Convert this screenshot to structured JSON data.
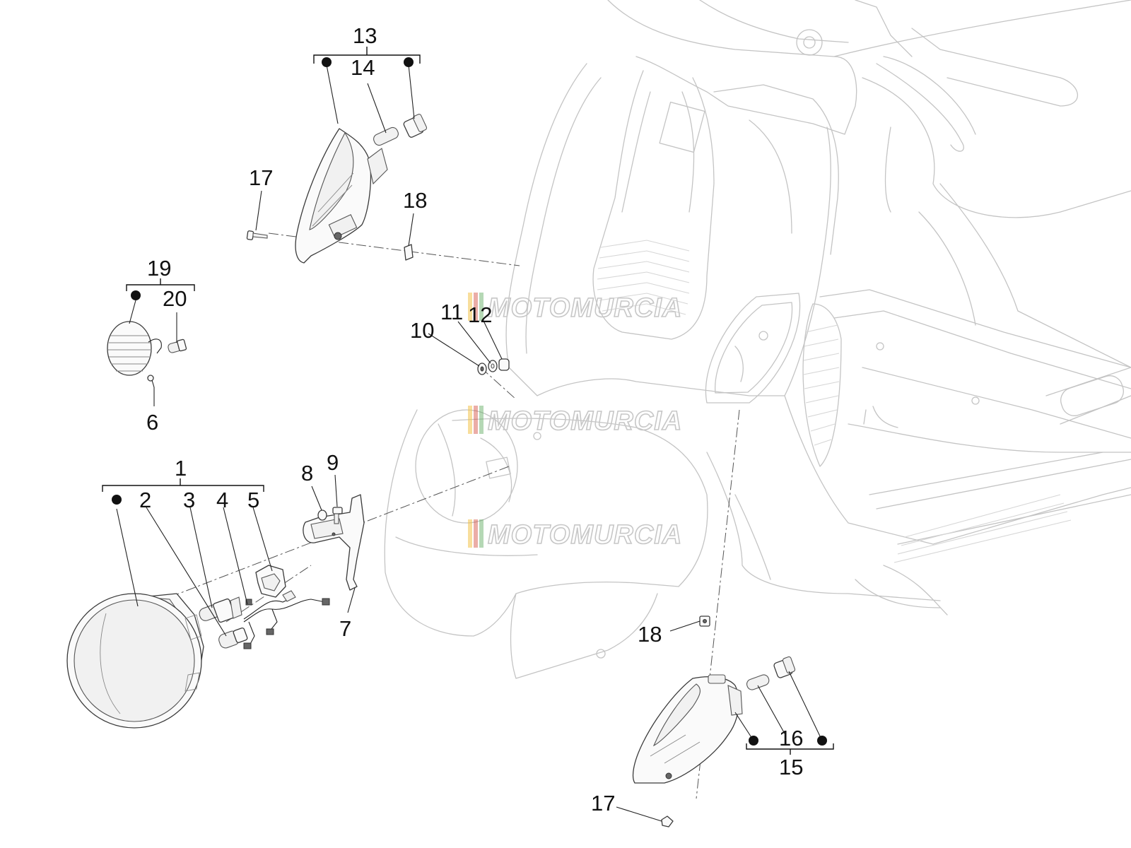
{
  "callouts": {
    "c1": "1",
    "c2": "2",
    "c3": "3",
    "c4": "4",
    "c5": "5",
    "c6": "6",
    "c7": "7",
    "c8": "8",
    "c9": "9",
    "c10": "10",
    "c11": "11",
    "c12": "12",
    "c13": "13",
    "c14": "14",
    "c15": "15",
    "c16": "16",
    "c17a": "17",
    "c17b": "17",
    "c18a": "18",
    "c18b": "18",
    "c19": "19",
    "c20": "20"
  },
  "watermark": {
    "text": "MOTOMURCIA",
    "colors": [
      "#f2c24a",
      "#d24a3c",
      "#5ba85b"
    ]
  }
}
